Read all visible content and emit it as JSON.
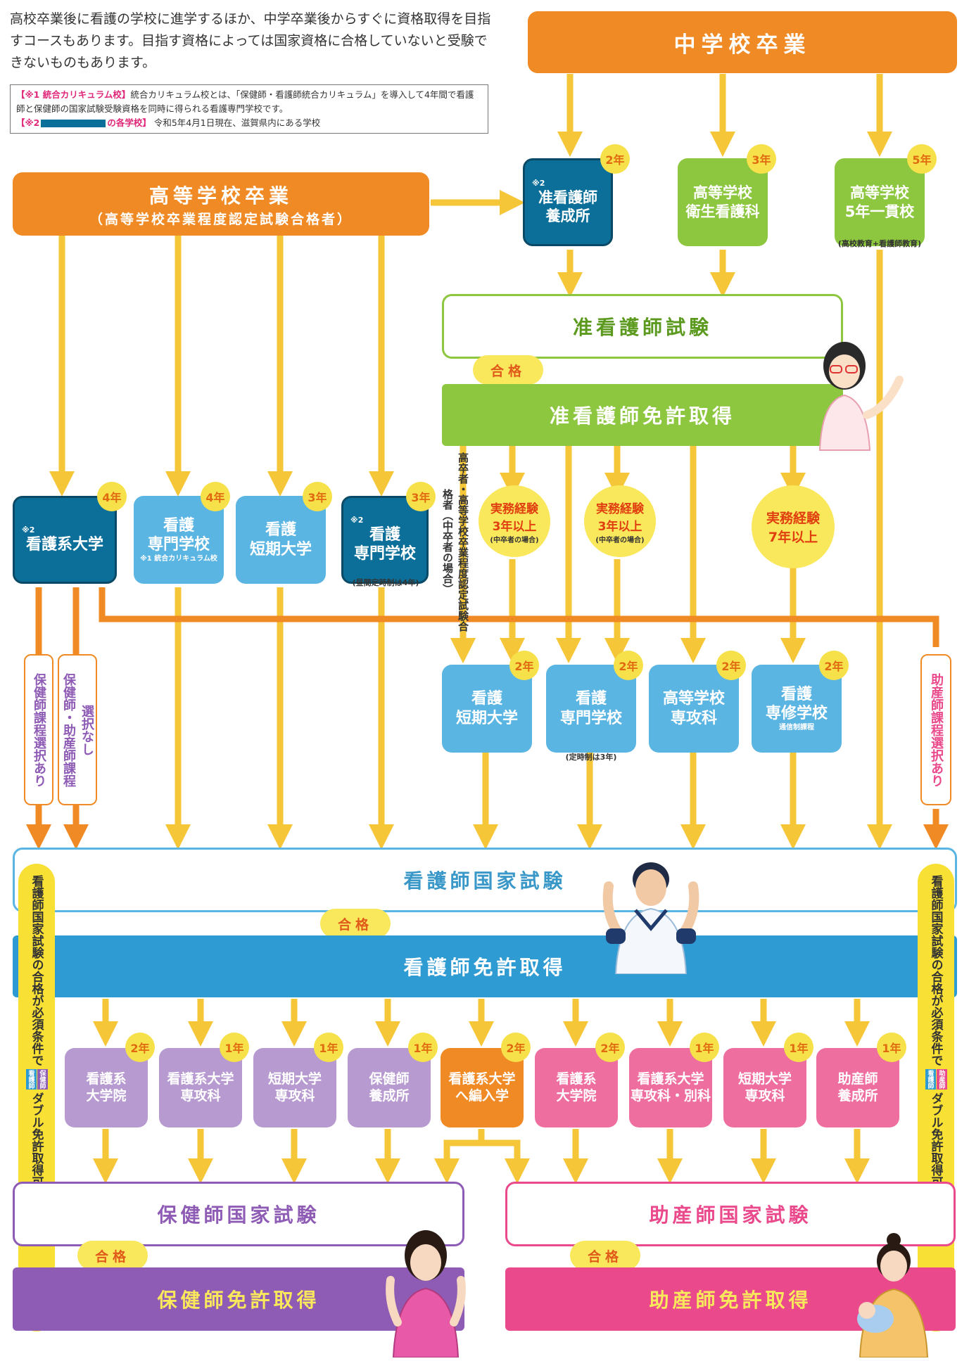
{
  "intro": "高校卒業後に看護の学校に進学するほか、中学卒業後からすぐに資格取得を目指すコースもあります。目指す資格によっては国家資格に合格していないと受験できないものもあります。",
  "notes": {
    "note1_tag": "【※1 統合カリキュラム校】",
    "note1_text": "統合カリキュラム校とは、「保健師・看護師統合カリキュラム」を導入して4年間で看護師と保健師の国家試験受験資格を同時に得られる看護専門学校です。",
    "note2_tag_a": "【※2",
    "note2_tag_b": "の各学校】",
    "note2_text": "令和5年4月1日現在、滋賀県内にある学校"
  },
  "headers": {
    "junior_high": "中学校卒業",
    "high_school": "高等学校卒業",
    "high_school_sub": "（高等学校卒業程度認定試験合格者）"
  },
  "mark2": "※2",
  "row1": {
    "jun_school": {
      "label1": "准看護師",
      "label2": "養成所",
      "years": "2年"
    },
    "hs_eisei": {
      "label1": "高等学校",
      "label2": "衛生看護科",
      "years": "3年"
    },
    "hs_5yr": {
      "label1": "高等学校",
      "label2": "5年一貫校",
      "years": "5年",
      "note": "(高校教育+看護師教育)"
    }
  },
  "jun_exam": "准看護師試験",
  "jun_license": "准看護師免許取得",
  "pass": "合格",
  "side_vertical": "高卒者・高等学校卒業程度認定試験合格者（中卒者の場合）",
  "experience": [
    {
      "l1": "実務経験",
      "l2": "3年以上",
      "sub": "(中卒者の場合)"
    },
    {
      "l1": "実務経験",
      "l2": "3年以上",
      "sub": "(中卒者の場合)"
    },
    {
      "l1": "実務経験",
      "l2": "7年以上",
      "sub": ""
    }
  ],
  "row2": [
    {
      "label1": "看護系大学",
      "label2": "",
      "years": "4年",
      "note": ""
    },
    {
      "label1": "看護",
      "label2": "専門学校",
      "years": "4年",
      "note": "※1 統合カリキュラム校"
    },
    {
      "label1": "看護",
      "label2": "短期大学",
      "years": "3年",
      "note": ""
    },
    {
      "label1": "看護",
      "label2": "専門学校",
      "years": "3年",
      "note": "(昼間定時制は4年)"
    }
  ],
  "row3": [
    {
      "label1": "看護",
      "label2": "短期大学",
      "years": "2年",
      "note": ""
    },
    {
      "label1": "看護",
      "label2": "専門学校",
      "years": "2年",
      "note": "(定時制は3年)"
    },
    {
      "label1": "高等学校",
      "label2": "専攻科",
      "years": "2年",
      "note": ""
    },
    {
      "label1": "看護",
      "label2": "専修学校",
      "years": "2年",
      "note": "通信制課程"
    }
  ],
  "vlabels": {
    "hokenshi_yes": "保健師課程選択あり",
    "both_no_a": "保健師・助産師課程",
    "both_no_b": "選択なし",
    "josanshi_yes": "助産師課程選択あり"
  },
  "ns_exam": "看護師国家試験",
  "ns_license": "看護師免許取得",
  "side_long": "看護師国家試験の合格が必須条件で",
  "side_long2": "ダブル免許取得可能",
  "side_mini_a": "看護師",
  "side_mini_b_left": "保健師",
  "side_mini_b_right": "助産師",
  "row4": [
    {
      "label1": "看護系",
      "label2": "大学院",
      "years": "2年"
    },
    {
      "label1": "看護系大学",
      "label2": "専攻科",
      "years": "1年"
    },
    {
      "label1": "短期大学",
      "label2": "専攻科",
      "years": "1年"
    },
    {
      "label1": "保健師",
      "label2": "養成所",
      "years": "1年"
    },
    {
      "label1": "看護系大学",
      "label2": "へ編入学",
      "years": "2年"
    },
    {
      "label1": "看護系",
      "label2": "大学院",
      "years": "2年"
    },
    {
      "label1": "看護系大学",
      "label2": "専攻科・別科",
      "years": "1年"
    },
    {
      "label1": "短期大学",
      "label2": "専攻科",
      "years": "1年"
    },
    {
      "label1": "助産師",
      "label2": "養成所",
      "years": "1年"
    }
  ],
  "ph_exam": "保健師国家試験",
  "ph_license": "保健師免許取得",
  "mw_exam": "助産師国家試験",
  "mw_license": "助産師免許取得",
  "colors": {
    "orange": "#f08a24",
    "yellow_arrow": "#f5c637",
    "dark_blue": "#0b6f9a",
    "light_blue": "#5bb5e3",
    "green": "#8dc63f",
    "lavender": "#b79ad0",
    "pink": "#ee6f9f",
    "purple_band": "#8e5bb5",
    "pink_band": "#ea4a8c"
  }
}
